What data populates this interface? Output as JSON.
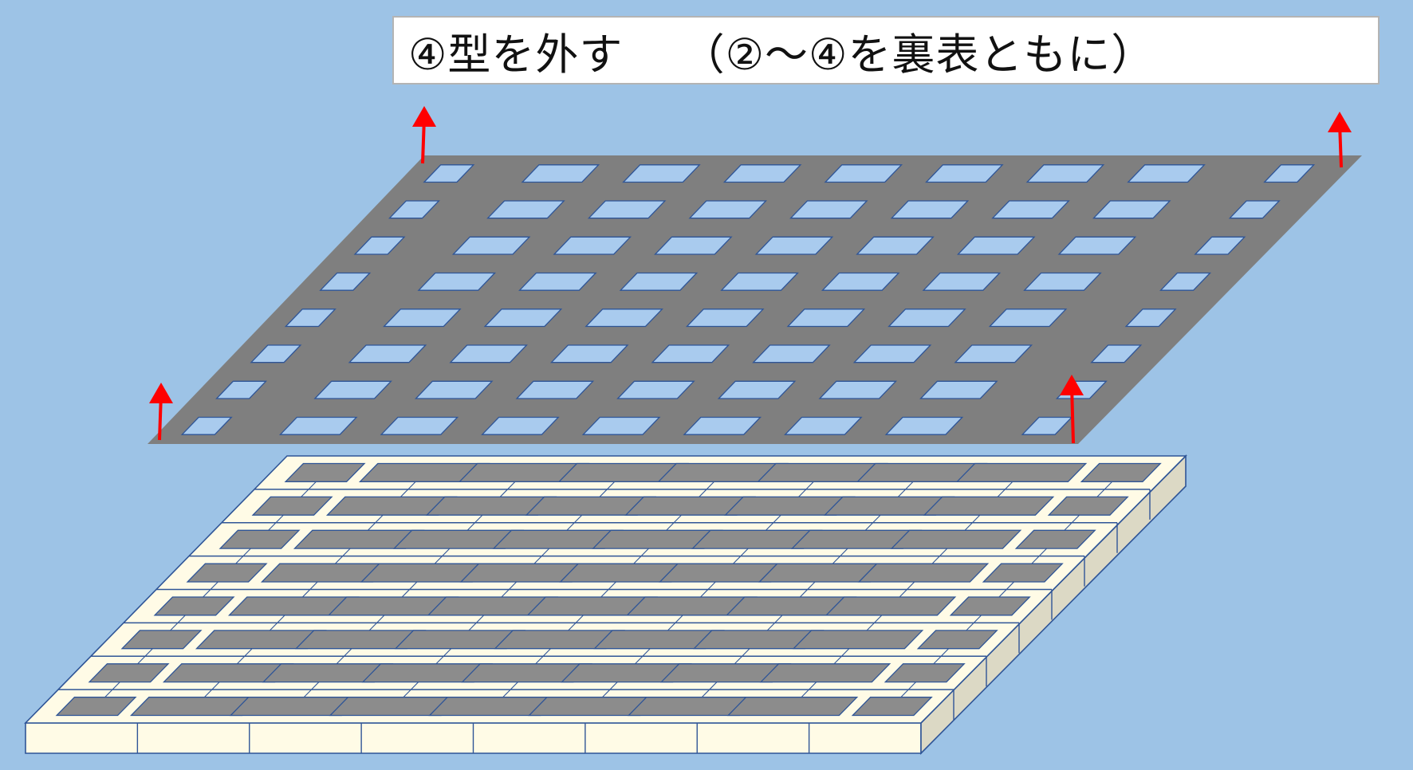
{
  "caption": {
    "text": "④型を外す　 （②～④を裏表ともに）"
  },
  "colors": {
    "background": "#9dc3e6",
    "mold_plate": "#7f7f7f",
    "mold_opening": "#a9cbee",
    "mold_opening_outline": "#2f5597",
    "slab_top": "#fffbe6",
    "slab_side": "#dcd9c5",
    "slab_outline": "#2f5597",
    "printed_pad": "#8c8c8c",
    "arrow": "#ff0000"
  },
  "mold": {
    "rows": 8,
    "columns": 9,
    "lift_arrows": 4
  },
  "slab": {
    "rows": 8,
    "columns": 9,
    "front_segments": 8
  },
  "icons": {
    "lift_arrow": "arrow-up-icon"
  }
}
